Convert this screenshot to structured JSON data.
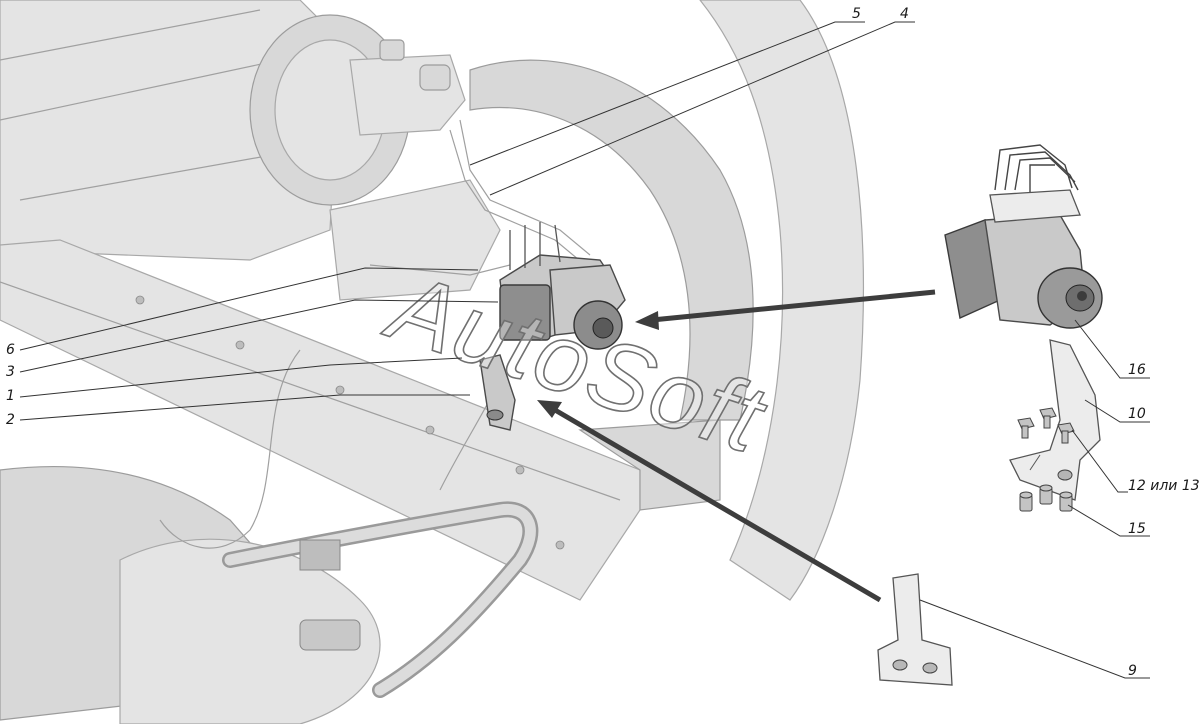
{
  "watermark": "AutoSoft",
  "callouts": [
    {
      "id": "5",
      "text": "5"
    },
    {
      "id": "4",
      "text": "4"
    },
    {
      "id": "6",
      "text": "6"
    },
    {
      "id": "3",
      "text": "3"
    },
    {
      "id": "1",
      "text": "1"
    },
    {
      "id": "2",
      "text": "2"
    },
    {
      "id": "16",
      "text": "16"
    },
    {
      "id": "10",
      "text": "10"
    },
    {
      "id": "12",
      "text": "12 или 13"
    },
    {
      "id": "15",
      "text": "15"
    },
    {
      "id": "9",
      "text": "9"
    }
  ]
}
